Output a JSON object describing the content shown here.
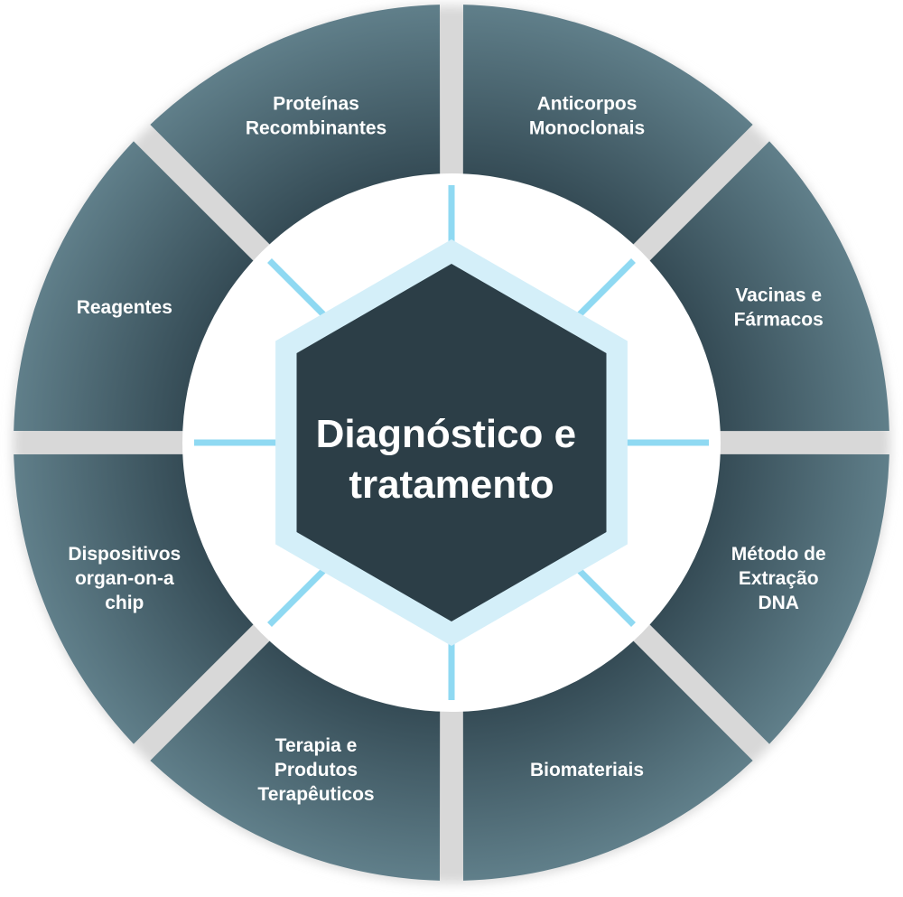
{
  "center": {
    "title_lines": [
      "Diagnóstico e",
      "tratamento"
    ]
  },
  "segments": [
    {
      "lines": [
        "Anticorpos",
        "Monoclonais"
      ]
    },
    {
      "lines": [
        "Vacinas e",
        "Fármacos"
      ]
    },
    {
      "lines": [
        "Método de",
        "Extração",
        "DNA"
      ]
    },
    {
      "lines": [
        "Biomateriais"
      ]
    },
    {
      "lines": [
        "Terapia e",
        "Produtos",
        "Terapêuticos"
      ]
    },
    {
      "lines": [
        "Dispositivos",
        "organ-on-a",
        "chip"
      ]
    },
    {
      "lines": [
        "Reagentes"
      ]
    },
    {
      "lines": [
        "Proteínas",
        "Recombinantes"
      ]
    }
  ],
  "colors": {
    "segment_light": "#607f8a",
    "segment_dark": "#2e434d",
    "hexagon_fill": "#2c3e47",
    "hexagon_halo": "#d4eff9",
    "spokes": "#8fd9f2",
    "gaps": "#dcdcdc"
  }
}
